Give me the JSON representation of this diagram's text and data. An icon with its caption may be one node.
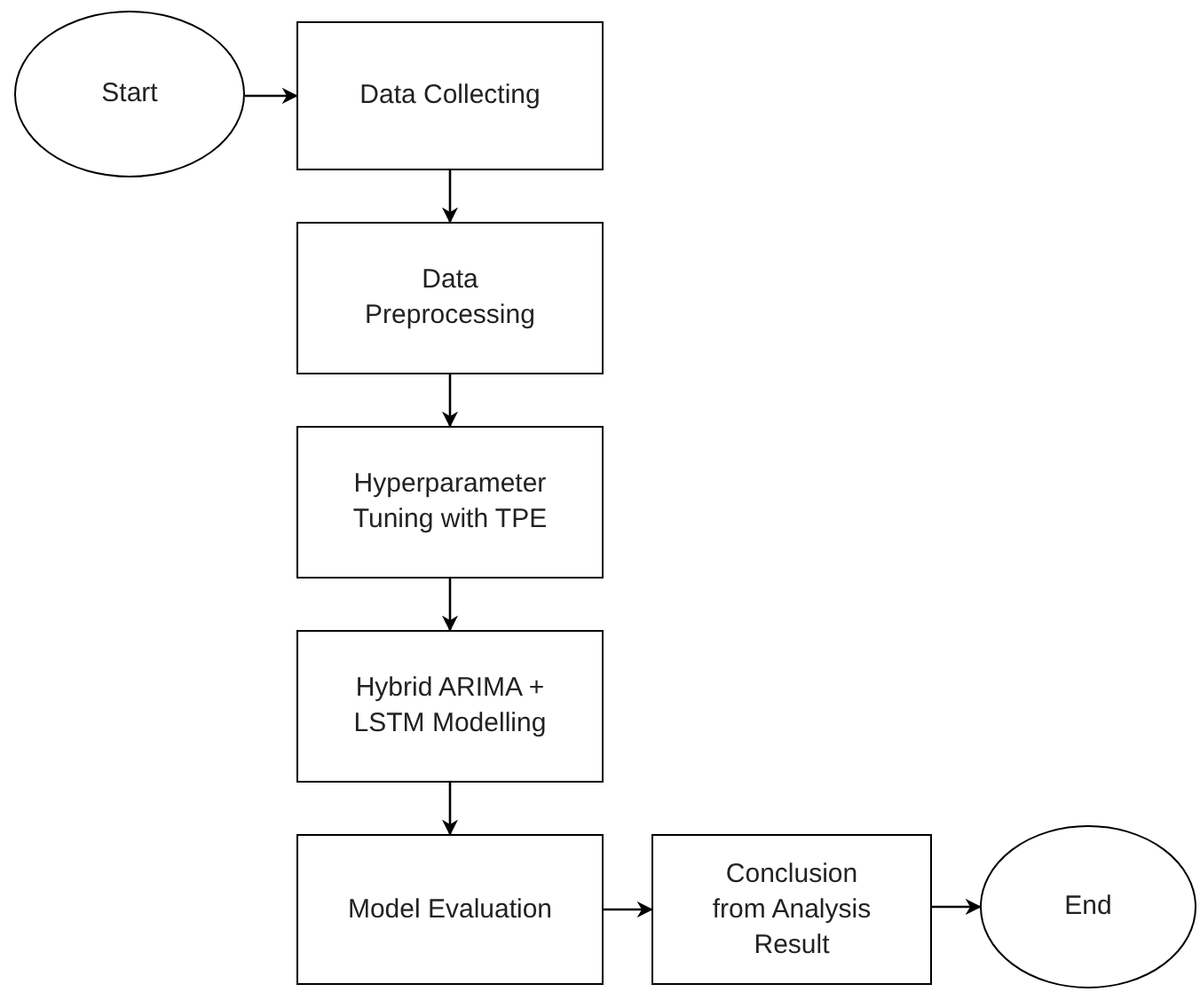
{
  "diagram": {
    "nodes": [
      {
        "text": [
          "Start"
        ]
      },
      {
        "text": [
          "Data Collecting"
        ]
      },
      {
        "text": [
          "Data Preprocessing"
        ]
      },
      {
        "text": [
          "Hyperparameter Tuning with TPE"
        ]
      },
      {
        "text": [
          "Hybrid ARIMA + LSTM Modelling"
        ]
      },
      {
        "text": [
          "Model Evaluation"
        ]
      },
      {
        "text": [
          "Conclusion from Analysis Result"
        ]
      },
      {
        "text": [
          "End"
        ]
      }
    ],
    "edges": [
      {
        "from": 0,
        "to": 1,
        "arrow": "to"
      },
      {
        "from": 1,
        "to": 2,
        "arrow": "to"
      },
      {
        "from": 2,
        "to": 3,
        "arrow": "to"
      },
      {
        "from": 3,
        "to": 4,
        "arrow": "to"
      },
      {
        "from": 4,
        "to": 5,
        "arrow": "to"
      },
      {
        "from": 5,
        "to": 6,
        "arrow": "to"
      },
      {
        "from": 6,
        "to": 7,
        "arrow": "to"
      }
    ]
  }
}
